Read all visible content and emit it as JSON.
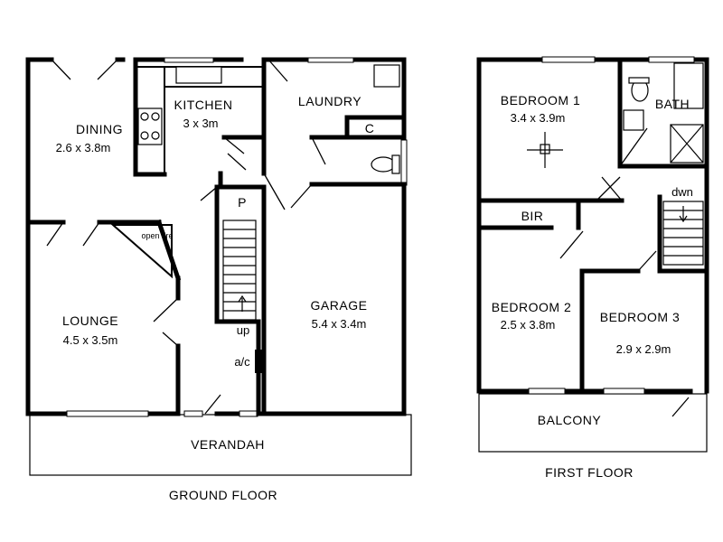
{
  "ground_floor": {
    "caption": "GROUND FLOOR",
    "rooms": {
      "dining": {
        "name": "DINING",
        "size": "2.6 x 3.8m"
      },
      "kitchen": {
        "name": "KITCHEN",
        "size": "3 x 3m"
      },
      "laundry": {
        "name": "LAUNDRY"
      },
      "cupboard": {
        "name": "C"
      },
      "pantry": {
        "name": "P"
      },
      "fireplace": {
        "name": "open fire"
      },
      "lounge": {
        "name": "LOUNGE",
        "size": "4.5 x 3.5m"
      },
      "garage": {
        "name": "GARAGE",
        "size": "5.4 x 3.4m"
      },
      "verandah": {
        "name": "VERANDAH"
      }
    },
    "stairs_label": "up",
    "ac_label": "a/c"
  },
  "first_floor": {
    "caption": "FIRST FLOOR",
    "rooms": {
      "bedroom1": {
        "name": "BEDROOM 1",
        "size": "3.4 x 3.9m"
      },
      "bath": {
        "name": "BATH"
      },
      "bir": {
        "name": "BIR"
      },
      "bedroom2": {
        "name": "BEDROOM 2",
        "size": "2.5 x 3.8m"
      },
      "bedroom3": {
        "name": "BEDROOM 3",
        "size": "2.9 x 2.9m"
      },
      "balcony": {
        "name": "BALCONY"
      }
    },
    "stairs_label": "dwn"
  }
}
